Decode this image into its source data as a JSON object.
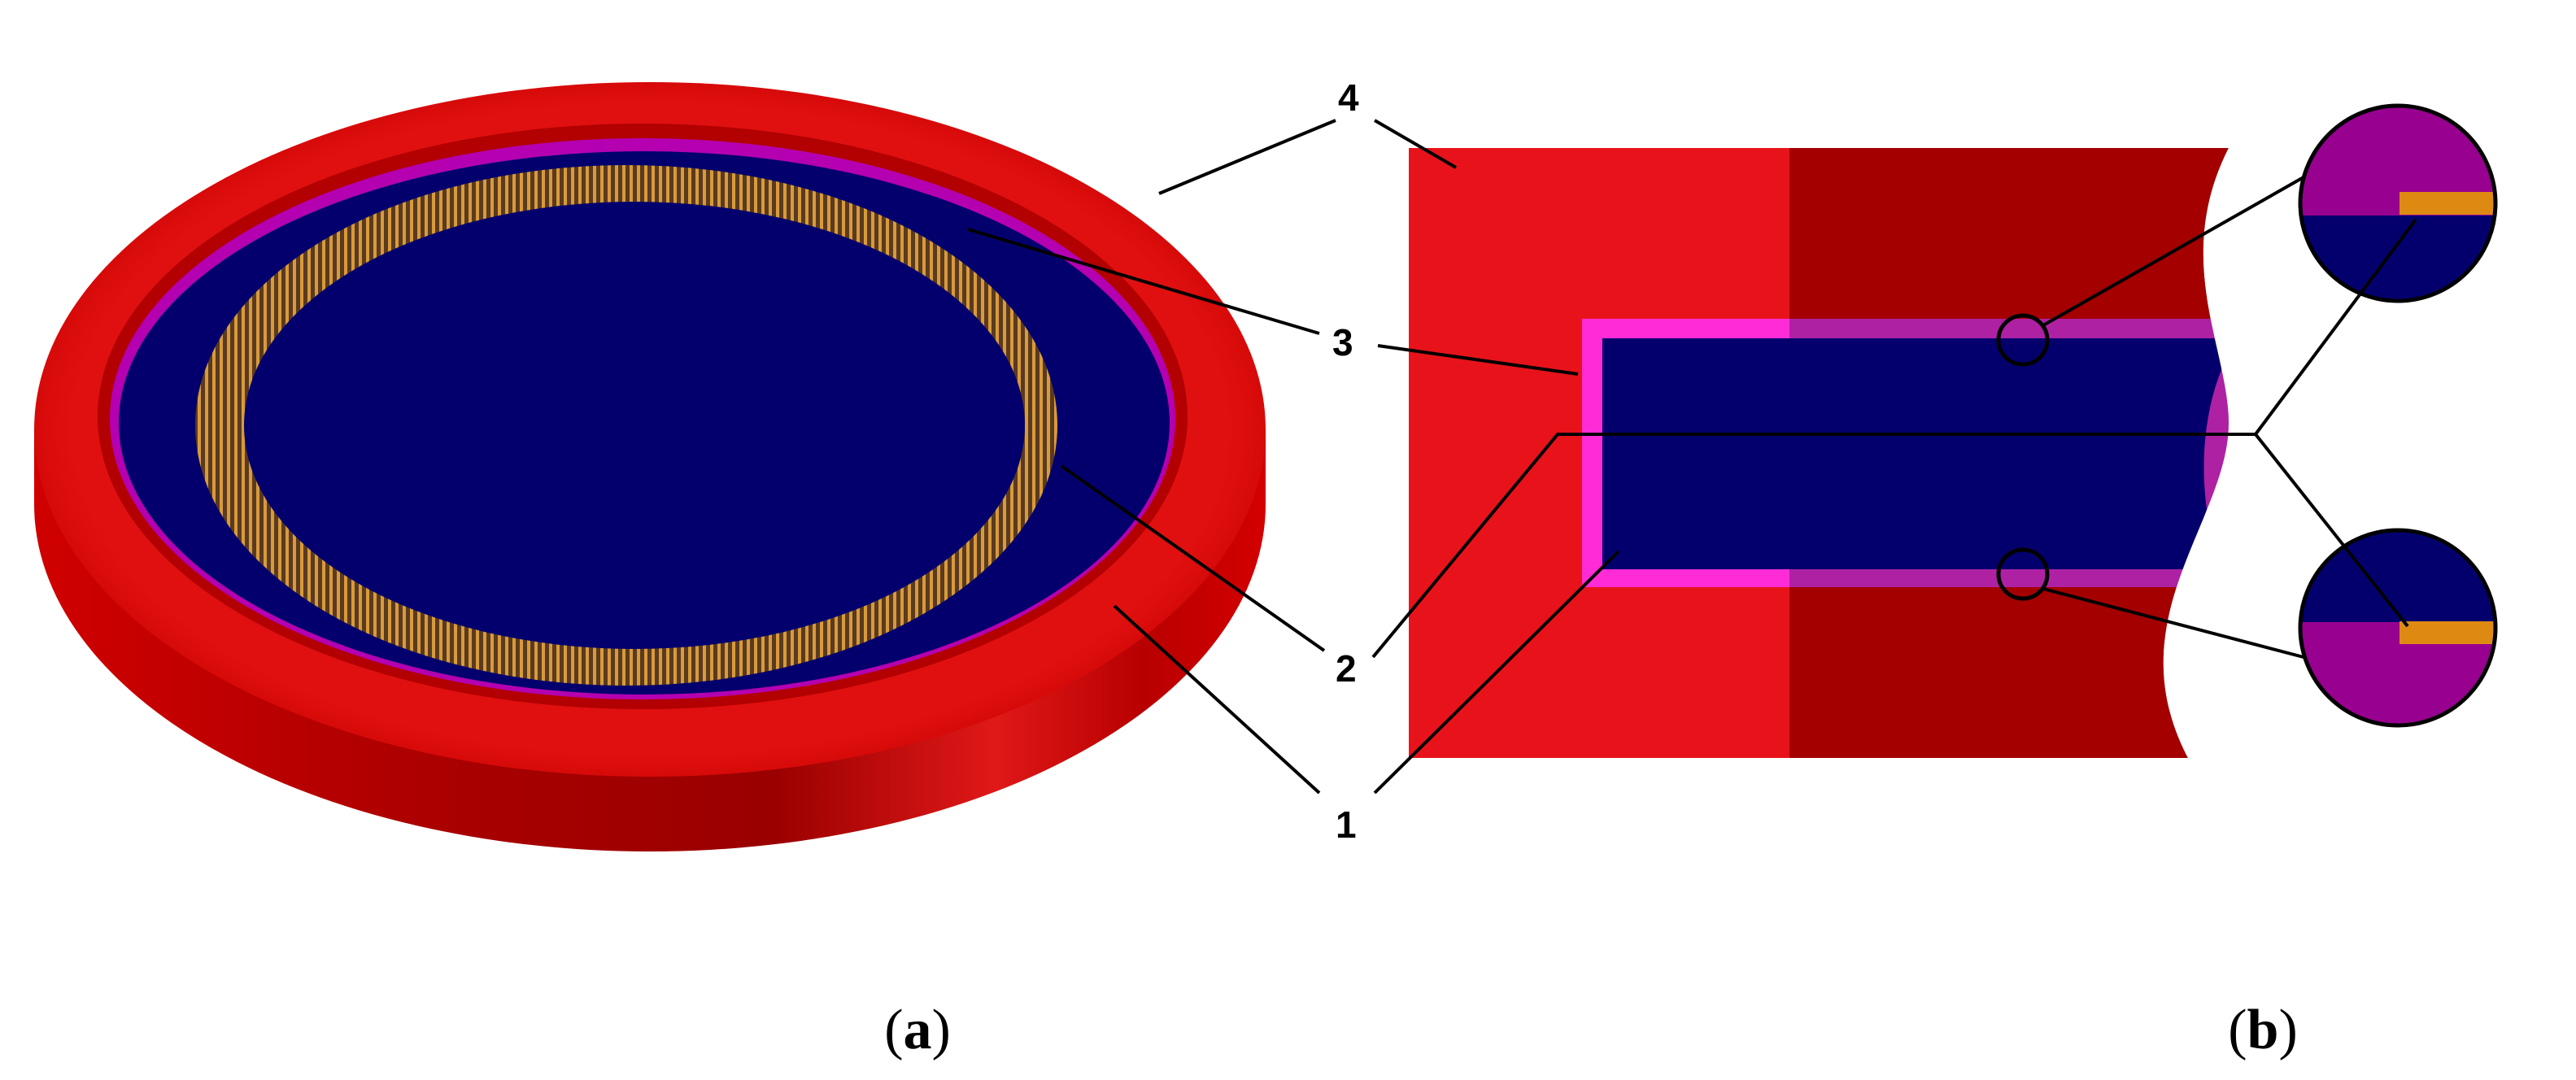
{
  "colors": {
    "housing_red": "#e8131a",
    "housing_dark_red": "#a40000",
    "housing_rim_red": "#c40000",
    "dielectric_blue": "#03006e",
    "bond_magenta": "#ff2bd7",
    "inset_purple": "#98008f",
    "winding_orange": "#de8a12"
  },
  "callouts": {
    "c1": "1",
    "c2": "2",
    "c3": "3",
    "c4": "4"
  },
  "captions": {
    "a_open": "(",
    "a_letter": "a",
    "a_close": ")",
    "b_open": "(",
    "b_letter": "b",
    "b_close": ")"
  }
}
